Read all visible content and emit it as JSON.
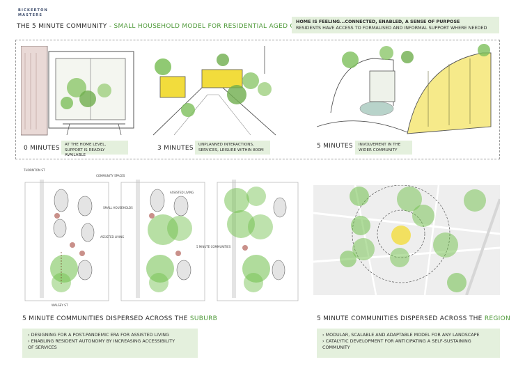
{
  "logo": {
    "line1": "BICKERTON",
    "line2": "MASTERS"
  },
  "title": {
    "main": "THE 5 MINUTE COMMUNITY",
    "sub": "- SMALL HOUSEHOLD MODEL FOR RESIDENTIAL AGED CARE"
  },
  "header_box": {
    "line1": "HOME IS FEELING...CONNECTED, ENABLED, A SENSE OF PURPOSE",
    "line2": "RESIDENTS HAVE ACCESS TO FORMALISED AND INFORMAL SUPPORT WHERE NEEDED"
  },
  "scenes": [
    {
      "minutes": "0 MINUTES",
      "desc": "AT THE HOME LEVEL, SUPPORT IS READILY AVAILABLE"
    },
    {
      "minutes": "3 MINUTES",
      "desc": "UNPLANNED INTERACTIONS, SERVICES, LEISURE WITHIN 800M"
    },
    {
      "minutes": "5 MINUTES",
      "desc": "INVOLVEMENT IN THE WIDER COMMUNITY"
    }
  ],
  "plan_labels": {
    "street_top": "THORNTON ST",
    "street_bottom": "WALSEY ST",
    "community_spaces": "COMMUNITY SPACES",
    "assisted_living_top": "ASSISTED LIVING",
    "small_households": "SMALL HOUSEHOLDS",
    "assisted_living_mid": "ASSISTED LIVING",
    "five_minute_communities": "5 MINUTE COMMUNITIES"
  },
  "suburb": {
    "title_main": "5 MINUTE COMMUNITIES DISPERSED ACROSS THE",
    "title_green": "SUBURB",
    "bullet1": "› DESIGNING FOR A POST-PANDEMIC ERA FOR ASSISTED LIVING",
    "bullet2": "› ENABLING RESIDENT AUTONOMY BY INCREASING ACCESSIBILITY",
    "bullet2b": "OF SERVICES"
  },
  "region": {
    "title_main": "5 MINUTE COMMUNITIES DISPERSED ACROSS THE",
    "title_green": "REGION",
    "bullet1": "› MODULAR, SCALABLE AND ADAPTABLE MODEL FOR ANY LANDSCAPE",
    "bullet2": "› CATALYTIC DEVELOPMENT FOR ANTICIPATING A SELF-SUSTAINING",
    "bullet2b": "COMMUNITY"
  },
  "colors": {
    "accent_green": "#4f9a3a",
    "box_bg": "#e4f0dd",
    "node_green": "#6fbf4a",
    "highlight_yellow": "#f2dc3c"
  }
}
